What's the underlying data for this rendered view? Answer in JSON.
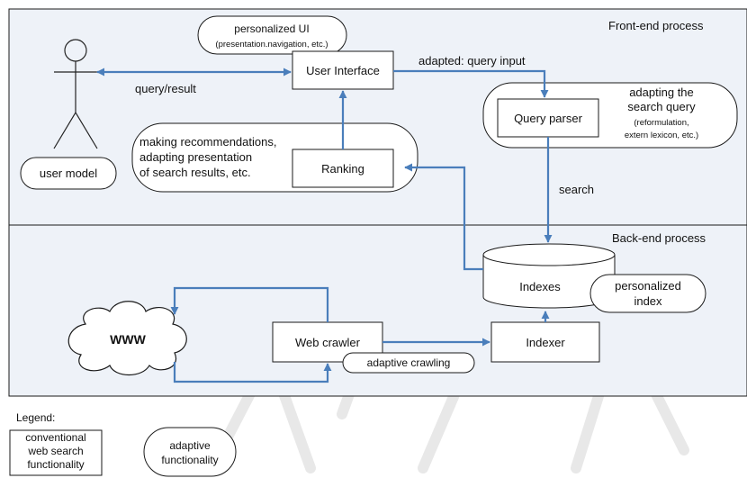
{
  "sections": {
    "front_end": "Front-end process",
    "back_end": "Back-end process"
  },
  "actor": {
    "user_model": "user model"
  },
  "nodes": {
    "personalized_ui": "personalized UI",
    "personalized_ui_sub": "(presentation.navigation, etc.)",
    "user_interface": "User Interface",
    "query_parser": "Query parser",
    "adapting_query_line1": "adapting the",
    "adapting_query_line2": "search query",
    "adapting_query_sub1": "(reformulation,",
    "adapting_query_sub2": "extern lexicon, etc.)",
    "recommend_line1": "making recommendations,",
    "recommend_line2": "adapting presentation",
    "recommend_line3": "of search results, etc.",
    "ranking": "Ranking",
    "indexes": "Indexes",
    "personalized_index_line1": "personalized",
    "personalized_index_line2": "index",
    "www": "WWW",
    "web_crawler": "Web crawler",
    "adaptive_crawling": "adaptive crawling",
    "indexer": "Indexer"
  },
  "edges": {
    "query_result": "query/result",
    "adapted_query_input": "adapted: query input",
    "search": "search"
  },
  "legend": {
    "title": "Legend:",
    "conventional_line1": "conventional",
    "conventional_line2": "web search",
    "conventional_line3": "functionality",
    "adaptive_line1": "adaptive",
    "adaptive_line2": "functionality"
  },
  "colors": {
    "panel_fill": "#eef2f8",
    "arrow": "#4a7ebb",
    "stroke": "#1a1a1a"
  }
}
